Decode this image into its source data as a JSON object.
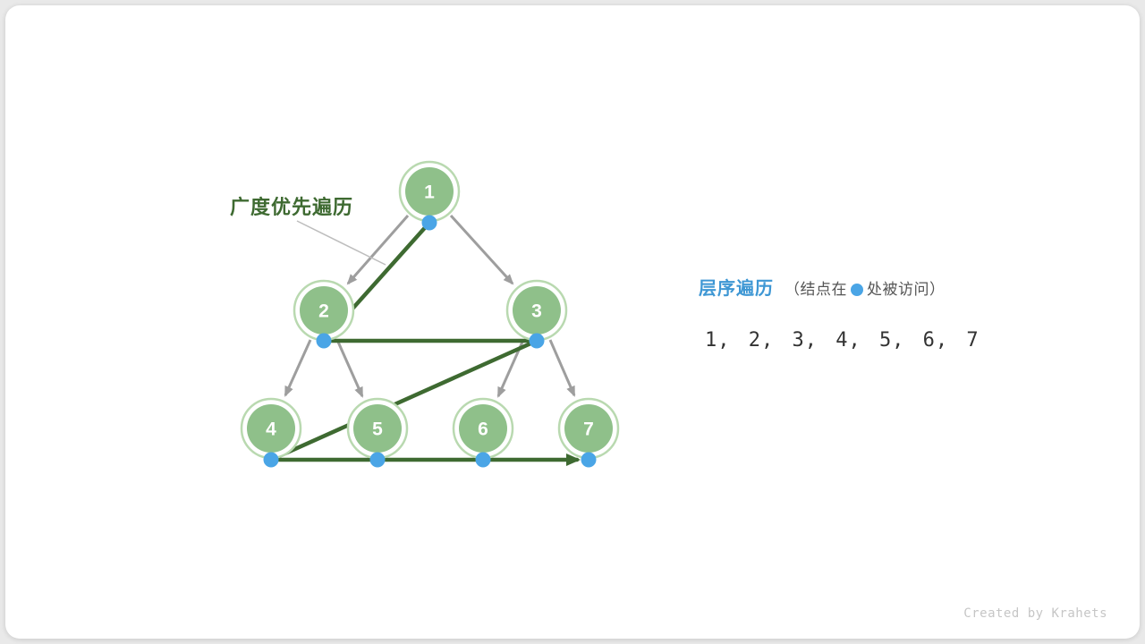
{
  "diagram": {
    "bfs_label": "广度优先遍历",
    "nodes": [
      {
        "label": "1"
      },
      {
        "label": "2"
      },
      {
        "label": "3"
      },
      {
        "label": "4"
      },
      {
        "label": "5"
      },
      {
        "label": "6"
      },
      {
        "label": "7"
      }
    ],
    "edges": [
      [
        "1",
        "2"
      ],
      [
        "1",
        "3"
      ],
      [
        "2",
        "4"
      ],
      [
        "2",
        "5"
      ],
      [
        "3",
        "6"
      ],
      [
        "3",
        "7"
      ]
    ],
    "traversal_order": [
      "1",
      "2",
      "3",
      "4",
      "5",
      "6",
      "7"
    ]
  },
  "panel": {
    "title": "层序遍历",
    "note_before_dot": "（结点在",
    "note_after_dot": "处被访问）",
    "sequence": "1, 2, 3, 4, 5, 6, 7"
  },
  "watermark": "Created by Krahets",
  "colors": {
    "node_fill": "#8fc08a",
    "node_ring": "#b9d9b0",
    "edge_gray": "#9e9e9e",
    "path_green": "#3e6a31",
    "label_green": "#3e6a31",
    "visit_blue": "#4aa5e6",
    "title_blue": "#3e97d4",
    "note_gray": "#555555",
    "sequence_dark": "#333333",
    "watermark_gray": "#c6c6c6",
    "card_bg": "#ffffff",
    "page_bg": "#e9e9e9"
  }
}
